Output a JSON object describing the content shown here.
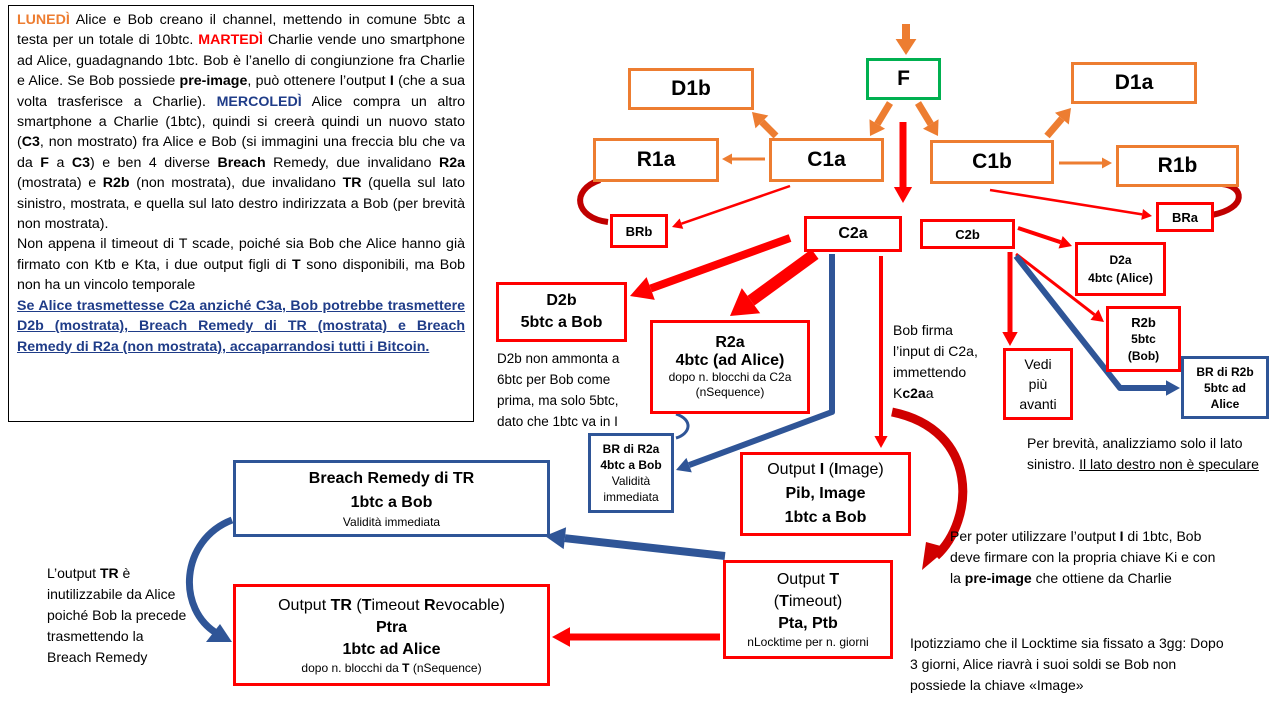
{
  "intro": {
    "p1": [
      {
        "t": "LUNEDÌ",
        "s": "o"
      },
      {
        "t": " Alice e Bob creano il channel, mettendo in comune 5btc a testa per un totale di 10btc. "
      },
      {
        "t": "MARTEDÌ",
        "s": "r"
      },
      {
        "t": " Charlie vende uno smartphone ad Alice, guadagnando 1btc. Bob è l’anello di congiunzione fra Charlie e Alice. Se Bob possiede "
      },
      {
        "t": "pre-image",
        "s": "b"
      },
      {
        "t": ", può ottenere l’output "
      },
      {
        "t": "I",
        "s": "b"
      },
      {
        "t": " (che a sua volta trasferisce a Charlie). "
      },
      {
        "t": "MERCOLEDÌ",
        "s": "bl"
      },
      {
        "t": " Alice compra un altro smartphone a Charlie (1btc), quindi si creerà quindi un nuovo stato ("
      },
      {
        "t": "C3",
        "s": "b"
      },
      {
        "t": ", non mostrato) fra Alice e Bob (si immagini una freccia blu che va da "
      },
      {
        "t": "F",
        "s": "b"
      },
      {
        "t": " a "
      },
      {
        "t": "C3",
        "s": "b"
      },
      {
        "t": ") e ben 4 diverse "
      },
      {
        "t": "Breach",
        "s": "b"
      },
      {
        "t": " Remedy, due invalidano "
      },
      {
        "t": "R2a",
        "s": "b"
      },
      {
        "t": " (mostrata) e "
      },
      {
        "t": "R2b",
        "s": "b"
      },
      {
        "t": " (non mostrata), due invalidano "
      },
      {
        "t": "TR",
        "s": "b"
      },
      {
        "t": " (quella sul lato sinistro, mostrata, e quella sul lato destro indirizzata a Bob (per brevità non mostrata)."
      }
    ],
    "p2": [
      {
        "t": "Non appena il timeout di T scade, poiché sia Bob che Alice hanno già firmato con Ktb e Kta, i due output figli di "
      },
      {
        "t": "T",
        "s": "b"
      },
      {
        "t": " sono disponibili, ma Bob non ha un vincolo temporale"
      }
    ],
    "p3": "Se Alice trasmettesse C2a anziché C3a, Bob potrebbe trasmettere D2b (mostrata), Breach Remedy di TR (mostrata) e Breach Remedy di R2a (non mostrata), accaparrandosi tutti i Bitcoin."
  },
  "nodes": {
    "F": "F",
    "D1b": "D1b",
    "D1a": "D1a",
    "R1a": "R1a",
    "C1a": "C1a",
    "C1b": "C1b",
    "R1b": "R1b",
    "BRb": "BRb",
    "BRa": "BRa",
    "C2a": "C2a",
    "C2b": "C2b",
    "D2a": {
      "l1": "D2a",
      "l2": "4btc (Alice)"
    },
    "D2b": {
      "l1": "D2b",
      "l2": "5btc a Bob"
    },
    "R2a": {
      "l1": "R2a",
      "l2": "4btc (ad Alice)",
      "l3": "dopo n. blocchi da C2a",
      "l4": "(nSequence)"
    },
    "R2b": {
      "l1": "R2b",
      "l2": "5btc",
      "l3": "(Bob)"
    },
    "vedi": {
      "l1": "Vedi",
      "l2": "più",
      "l3": "avanti"
    },
    "br_r2b": {
      "l1": "BR di R2b",
      "l2": "5btc ad",
      "l3": "Alice"
    },
    "br_r2a": {
      "l1": "BR di R2a",
      "l2": "4btc a Bob",
      "l3": "Validità",
      "l4": "immediata"
    },
    "output_i": {
      "l1a": "Output ",
      "l1b": "I",
      "l1c": " (",
      "l1d": "I",
      "l1e": "mage)",
      "l2": "Pib, Image",
      "l3": "1btc a Bob"
    },
    "breach_tr": {
      "l1": "Breach Remedy di TR",
      "l2": "1btc a Bob",
      "l3": "Validità immediata"
    },
    "output_t": {
      "l1a": "Output ",
      "l1b": "T",
      "l2a": "(",
      "l2b": "T",
      "l2c": "imeout)",
      "l3": "Pta, Ptb",
      "l4": "nLocktime per n. giorni"
    },
    "output_tr": {
      "l1a": "Output ",
      "l1b": "TR",
      "l1c": " (",
      "l1d": "T",
      "l1e": "imeout ",
      "l1f": "R",
      "l1g": "evocable)",
      "l2": "Ptra",
      "l3": "1btc ad Alice",
      "l4a": "dopo n. blocchi da ",
      "l4b": "T",
      "l4c": " (nSequence)"
    }
  },
  "notes": {
    "d2b_note": "D2b non ammonta a 6btc per Bob come prima, ma solo 5btc, dato che 1btc va in I",
    "bob_firma": {
      "l1": "Bob firma",
      "l2": "l’input di C2a,",
      "l3": "immettendo",
      "l4a": "K",
      "l4b": "c2a",
      "l4c": "a"
    },
    "brevita": {
      "a": "Per brevità, analizziamo solo il lato sinistro. ",
      "b": "Il lato destro non è speculare"
    },
    "per_poter": {
      "a": "Per poter utilizzare l’output ",
      "b": "I",
      "c": " di 1btc, Bob deve firmare con la propria chiave Ki e con la ",
      "d": "pre-image",
      "e": " che ottiene da Charlie"
    },
    "tr_note": {
      "a": "L’output ",
      "b": "TR",
      "c": " è inutilizzabile da Alice poiché Bob la precede trasmettendo la Breach Remedy"
    },
    "locktime": "Ipotizziamo che il Locktime sia fissato a 3gg: Dopo 3 giorni, Alice riavrà i suoi soldi se Bob non possiede la chiave «Image»"
  },
  "colors": {
    "orange": "#ED7D31",
    "green": "#00B050",
    "red": "#FF0000",
    "blue": "#2F5597",
    "navy": "#1F3C88"
  }
}
